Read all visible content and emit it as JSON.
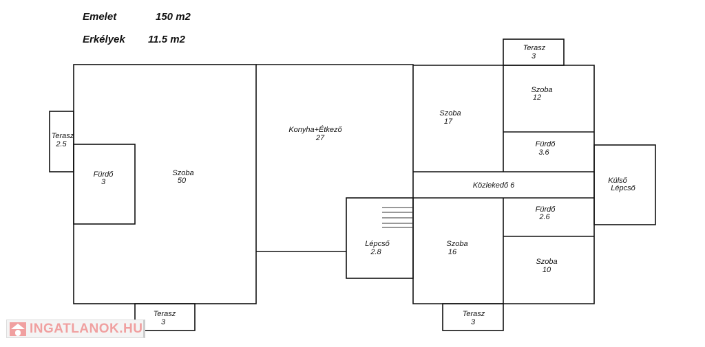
{
  "header": {
    "floor_label": "Emelet",
    "floor_area": "150 m2",
    "balcony_label": "Erkélyek",
    "balcony_area": "11.5 m2"
  },
  "rooms": [
    {
      "name": "Terasz",
      "area": "2.5"
    },
    {
      "name": "Fürdő",
      "area": "3"
    },
    {
      "name": "Szoba",
      "area": "50"
    },
    {
      "name": "Terasz",
      "area": "3"
    },
    {
      "name": "Konyha+Étkező",
      "area": "27"
    },
    {
      "name": "Lépcső",
      "area": "2.8"
    },
    {
      "name": "Szoba",
      "area": "17"
    },
    {
      "name": "Terasz",
      "area": "3"
    },
    {
      "name": "Szoba",
      "area": "12"
    },
    {
      "name": "Fürdő",
      "area": "3.6"
    },
    {
      "name": "Közlekedő 6",
      "area": ""
    },
    {
      "name": "Fürdő",
      "area": "2.6"
    },
    {
      "name": "Szoba",
      "area": "16"
    },
    {
      "name": "Szoba",
      "area": "10"
    },
    {
      "name": "Terasz",
      "area": "3"
    },
    {
      "name": "Külső",
      "area": "Lépcső"
    }
  ],
  "watermark": {
    "text": "INGATLANOK.HU",
    "color": "#f0a0a0"
  }
}
